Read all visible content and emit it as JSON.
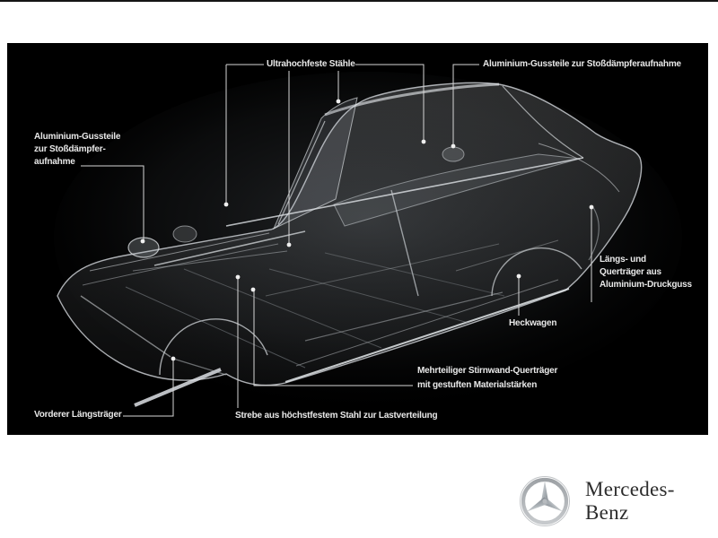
{
  "colors": {
    "panel_bg": "#000000",
    "page_bg": "#ffffff",
    "label_text": "#e9e9e9",
    "leader_line": "#d6d6d6",
    "brand_text": "#2d2d2d"
  },
  "callouts": {
    "ultra_high_strength_steels": {
      "text": "Ultrahochfeste Stähle"
    },
    "aluminium_castings_rear": {
      "text": "Aluminium-Gussteile zur Stoßdämpferaufnahme"
    },
    "aluminium_castings_front": {
      "line1": "Aluminium-Gussteile",
      "line2": "zur Stoßdämpfer-",
      "line3": "aufnahme"
    },
    "longitudinal_cross_members": {
      "line1": "Längs- und",
      "line2": "Querträger aus",
      "line3": "Aluminium-Druckguss"
    },
    "rear_end": {
      "text": "Heckwagen"
    },
    "bulkhead_cross_member": {
      "line1": "Mehrteiliger Stirnwand-Querträger",
      "line2": "mit gestuften Materialstärken"
    },
    "load_distribution_strut": {
      "text": "Strebe aus höchstfestem Stahl zur Lastverteilung"
    },
    "front_longitudinal_member": {
      "text": "Vorderer Längsträger"
    }
  },
  "footer": {
    "brand": "Mercedes-Benz",
    "logo_icon": "mercedes-star-icon"
  }
}
